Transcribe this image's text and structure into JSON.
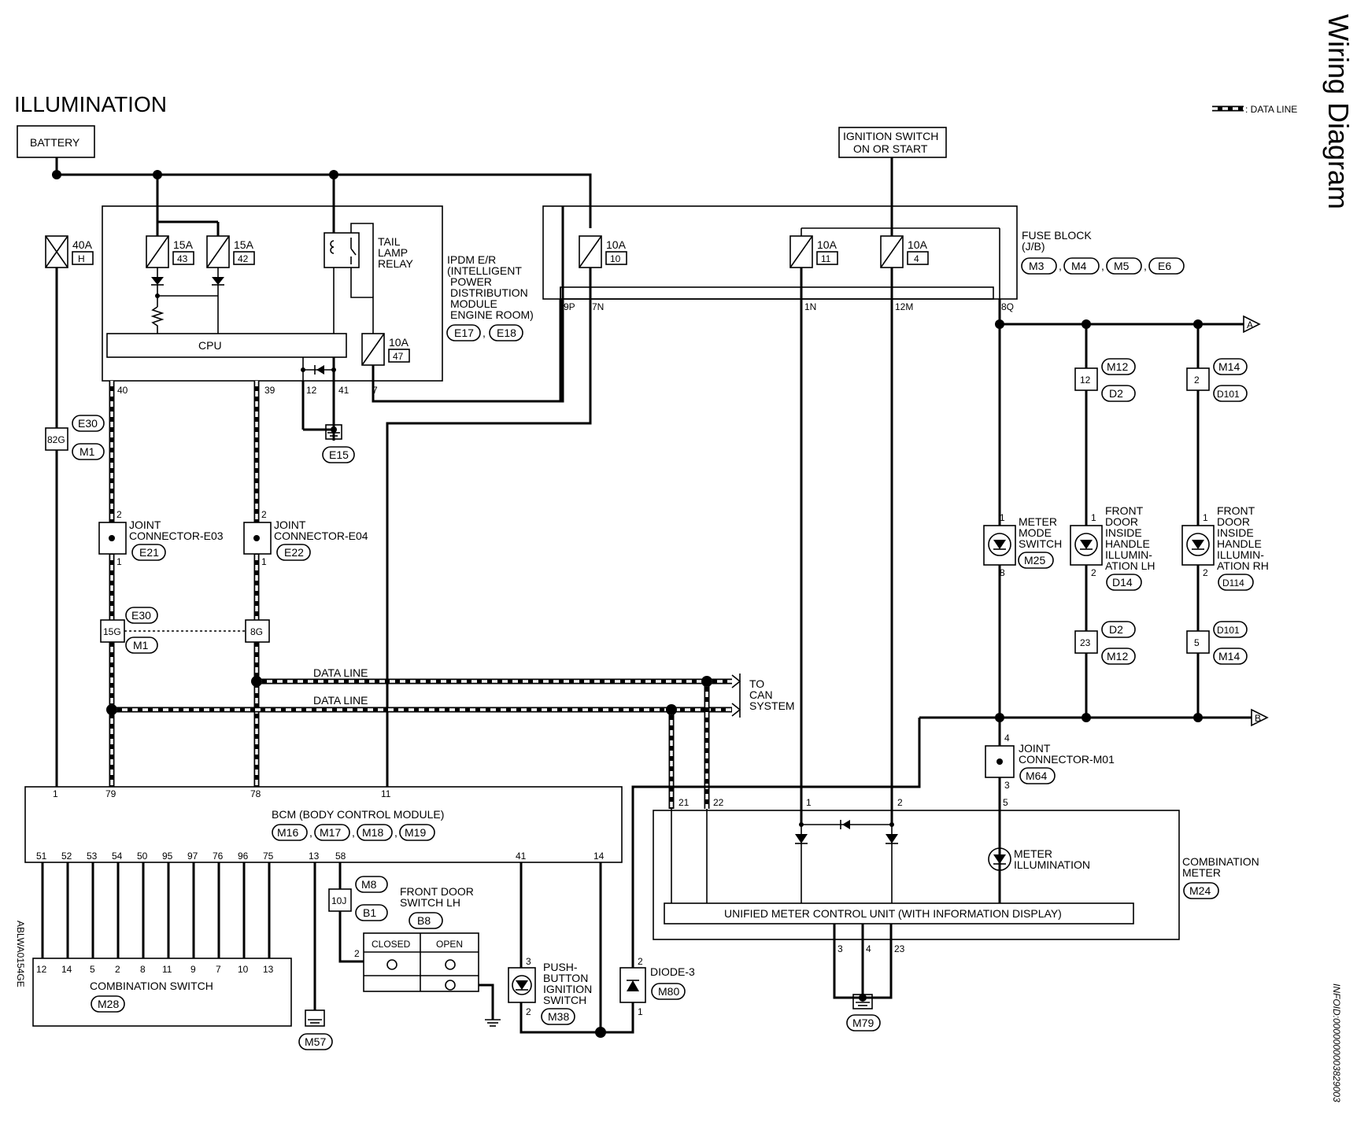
{
  "page": {
    "title": "ILLUMINATION",
    "section": "Wiring Diagram",
    "legend_label": ": DATA LINE",
    "figure_code": "ABLWA0154GE",
    "info_id": "INFOID:0000000003829003"
  },
  "power": {
    "battery": "BATTERY",
    "ignition_line1": "IGNITION SWITCH",
    "ignition_line2": "ON OR START"
  },
  "ipdm": {
    "label_lines": [
      "IPDM E/R",
      "(INTELLIGENT",
      "POWER",
      "DISTRIBUTION",
      "MODULE",
      "ENGINE ROOM)"
    ],
    "connectors": [
      "E17",
      "E18"
    ],
    "cpu": "CPU",
    "relay_lines": [
      "TAIL",
      "LAMP",
      "RELAY"
    ],
    "fuses": [
      {
        "amp": "40A",
        "num": "H"
      },
      {
        "amp": "15A",
        "num": "43"
      },
      {
        "amp": "15A",
        "num": "42"
      },
      {
        "amp": "10A",
        "num": "47"
      }
    ],
    "pins": [
      "40",
      "39",
      "12",
      "41",
      "7"
    ],
    "ground": "E15"
  },
  "fuse_block": {
    "label_lines": [
      "FUSE BLOCK",
      "(J/B)"
    ],
    "connectors": [
      "M3",
      "M4",
      "M5",
      "E6"
    ],
    "fuses": [
      {
        "amp": "10A",
        "num": "10"
      },
      {
        "amp": "10A",
        "num": "11"
      },
      {
        "amp": "10A",
        "num": "4"
      }
    ],
    "pins": [
      "9P",
      "7N",
      "1N",
      "12M",
      "8Q"
    ]
  },
  "harness": {
    "e30": "E30",
    "m1": "M1",
    "pin_82g": "82G",
    "pin_15g": "15G",
    "pin_8g": "8G",
    "m12": "M12",
    "d2": "D2",
    "pin_12": "12",
    "pin_23": "23",
    "m14": "M14",
    "d101": "D101",
    "pin_2": "2",
    "pin_5": "5",
    "m8": "M8",
    "b1": "B1",
    "pin_10j": "10J"
  },
  "joints": {
    "e03_lines": [
      "JOINT",
      "CONNECTOR-E03"
    ],
    "e03_conn": "E21",
    "e04_lines": [
      "JOINT",
      "CONNECTOR-E04"
    ],
    "e04_conn": "E22",
    "m01_lines": [
      "JOINT",
      "CONNECTOR-M01"
    ],
    "m01_conn": "M64"
  },
  "data_line": {
    "label": "DATA LINE",
    "to_can_lines": [
      "TO",
      "CAN",
      "SYSTEM"
    ]
  },
  "connector_arrows": {
    "a": "A",
    "b": "B"
  },
  "bcm": {
    "label": "BCM (BODY CONTROL MODULE)",
    "connectors": [
      "M16",
      "M17",
      "M18",
      "M19"
    ],
    "top_pins": [
      "1",
      "79",
      "78",
      "11"
    ],
    "bottom_pins": [
      "51",
      "52",
      "53",
      "54",
      "50",
      "95",
      "97",
      "76",
      "96",
      "75",
      "13",
      "58",
      "41",
      "14"
    ]
  },
  "combination_switch": {
    "label": "COMBINATION SWITCH",
    "conn": "M28",
    "pins": [
      "12",
      "14",
      "5",
      "2",
      "8",
      "11",
      "9",
      "7",
      "10",
      "13"
    ]
  },
  "grounds": {
    "m57": "M57",
    "m79": "M79"
  },
  "front_door_switch": {
    "label_lines": [
      "FRONT DOOR",
      "SWITCH LH"
    ],
    "conn": "B8",
    "closed": "CLOSED",
    "open": "OPEN",
    "pin": "2"
  },
  "push_button": {
    "label_lines": [
      "PUSH-",
      "BUTTON",
      "IGNITION",
      "SWITCH"
    ],
    "conn": "M38",
    "pin_top": "3",
    "pin_bottom": "2"
  },
  "diode3": {
    "label": "DIODE-3",
    "conn": "M80",
    "pin_top": "2",
    "pin_bottom": "1"
  },
  "meter_mode_switch": {
    "label_lines": [
      "METER",
      "MODE",
      "SWITCH"
    ],
    "conn": "M25",
    "pin_top": "1",
    "pin_bottom": "8"
  },
  "door_handle_lh": {
    "label_lines": [
      "FRONT",
      "DOOR",
      "INSIDE",
      "HANDLE",
      "ILLUMIN-",
      "ATION LH"
    ],
    "conn": "D14",
    "pin_top": "1",
    "pin_bottom": "2"
  },
  "door_handle_rh": {
    "label_lines": [
      "FRONT",
      "DOOR",
      "INSIDE",
      "HANDLE",
      "ILLUMIN-",
      "ATION RH"
    ],
    "conn": "D114",
    "pin_top": "1",
    "pin_bottom": "2"
  },
  "combination_meter": {
    "label_lines": [
      "COMBINATION",
      "METER"
    ],
    "conn": "M24",
    "unit": "UNIFIED METER CONTROL UNIT (WITH INFORMATION DISPLAY)",
    "illumination_lines": [
      "METER",
      "ILLUMINATION"
    ],
    "top_pins": [
      "21",
      "22",
      "1",
      "2",
      "5"
    ],
    "bottom_pins": [
      "3",
      "4",
      "23"
    ],
    "joint_pins": [
      "4",
      "3"
    ]
  }
}
